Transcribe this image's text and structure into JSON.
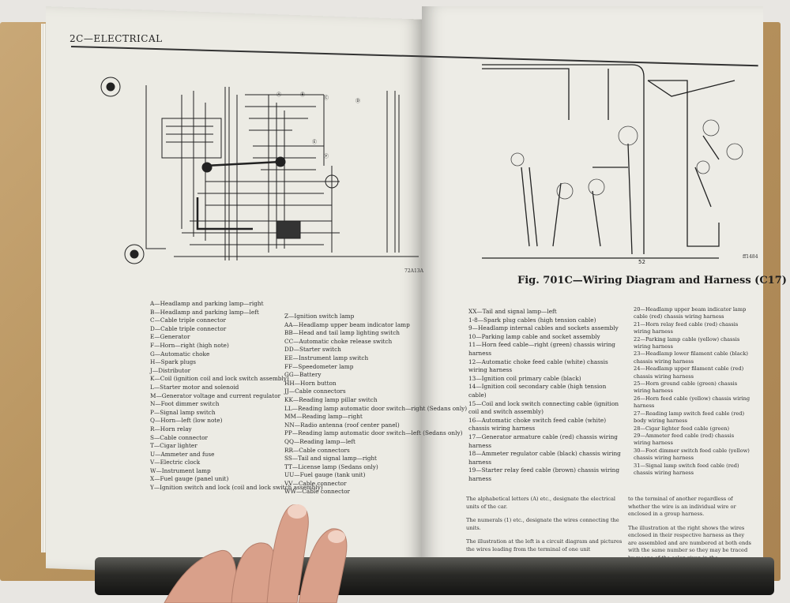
{
  "header": {
    "section": "2C—ELECTRICAL"
  },
  "figure": {
    "caption": "Fig. 701C—Wiring Diagram and Harness (C17)",
    "code_left": "72A13A",
    "code_right": "ff1484"
  },
  "legend_col1": [
    "A—Headlamp and parking lamp—right",
    "B—Headlamp and parking lamp—left",
    "C—Cable triple connector",
    "D—Cable triple connector",
    "E—Generator",
    "F—Horn—right (high note)",
    "G—Automatic choke",
    "H—Spark plugs",
    "J—Distributor",
    "K—Coil (ignition coil and lock switch assembly)",
    "L—Starter motor and solenoid",
    "M—Generator voltage and current regulator",
    "N—Foot dimmer switch",
    "P—Signal lamp switch",
    "Q—Horn—left (low note)",
    "R—Horn relay",
    "S—Cable connector",
    "T—Cigar lighter",
    "U—Ammeter and fuse",
    "V—Electric clock",
    "W—Instrument lamp",
    "X—Fuel gauge (panel unit)",
    "Y—Ignition switch and lock (coil and lock switch assembly)"
  ],
  "legend_col2": [
    "Z—Ignition switch lamp",
    "AA—Headlamp upper beam indicator lamp",
    "BB—Head and tail lamp lighting switch",
    "CC—Automatic choke release switch",
    "DD—Starter switch",
    "EE—Instrument lamp switch",
    "FF—Speedometer lamp",
    "GG—Battery",
    "HH—Horn button",
    "JJ—Cable connectors",
    "KK—Reading lamp pillar switch",
    "LL—Reading lamp automatic door switch—right (Sedans only)",
    "MM—Reading lamp—right",
    "NN—Radio antenna (roof center panel)",
    "PP—Reading lamp automatic door switch—left (Sedans only)",
    "QQ—Reading lamp—left",
    "RR—Cable connectors",
    "SS—Tail and signal lamp—right",
    "TT—License lamp (Sedans only)",
    "UU—Fuel gauge (tank unit)",
    "VV—Cable connector",
    "WW—Cable connector"
  ],
  "legend_col3": [
    "XX—Tail and signal lamp—left",
    "1-8—Spark plug cables (high tension cable)",
    "9—Headlamp internal cables and sockets assembly",
    "10—Parking lamp cable and socket assembly",
    "11—Horn feed cable—right (green) chassis wiring harness",
    "12—Automatic choke feed cable (white) chassis wiring harness",
    "13—Ignition coil primary cable (black)",
    "14—Ignition coil secondary cable (high tension cable)",
    "15—Coil and lock switch connecting cable (ignition coil and switch assembly)",
    "16—Automatic choke switch feed cable (white) chassis wiring harness",
    "17—Generator armature cable (red) chassis wiring harness",
    "18—Ammeter regulator cable (black) chassis wiring harness",
    "19—Starter relay feed cable (brown) chassis wiring harness"
  ],
  "legend_col4": [
    "20—Headlamp upper beam indicator lamp cable (red) chassis wiring harness",
    "21—Horn relay feed cable (red) chassis wiring harness",
    "22—Parking lamp cable (yellow) chassis wiring harness",
    "23—Headlamp lower filament cable (black) chassis wiring harness",
    "24—Headlamp upper filament cable (red) chassis wiring harness",
    "25—Horn ground cable (green) chassis wiring harness",
    "26—Horn feed cable (yellow) chassis wiring harness",
    "27—Reading lamp switch feed cable (red) body wiring harness",
    "28—Cigar lighter feed cable (green)",
    "29—Ammeter feed cable (red) chassis wiring harness",
    "30—Foot dimmer switch feed cable (yellow) chassis wiring harness",
    "31—Signal lamp switch feed cable (red) chassis wiring harness"
  ],
  "notes_col1": [
    "The alphabetical letters (A) etc., designate the electrical units of the car.",
    "The numerals (1) etc., designate the wires connecting the units.",
    "The illustration at the left is a circuit diagram and pictures the wires leading from the terminal of one unit"
  ],
  "notes_col2": [
    "to the terminal of another regardless of whether the wire is an individual wire or enclosed in a group harness.",
    "The illustration at the right shows the wires enclosed in their respective harness as they are assembled and are numbered at both ends with the same number so they may be traced by means of the color given in the nomenclature. Individual wires not in a harness are not shown in this illustration."
  ]
}
